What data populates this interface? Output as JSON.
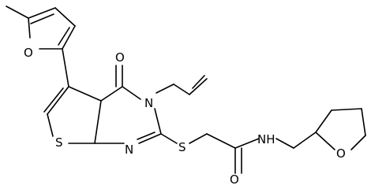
{
  "molecule": {
    "atoms": {
      "furan_o": "O",
      "carbonyl_o": "O",
      "ring_n": "N",
      "thiophene_s": "S",
      "ring_n2": "N",
      "thioether_s": "S",
      "amide_o": "O",
      "amide_nh": "NH",
      "thf_o": "O"
    },
    "colors": {
      "bond": "#000000",
      "label": "#000000",
      "background": "#ffffff"
    }
  }
}
